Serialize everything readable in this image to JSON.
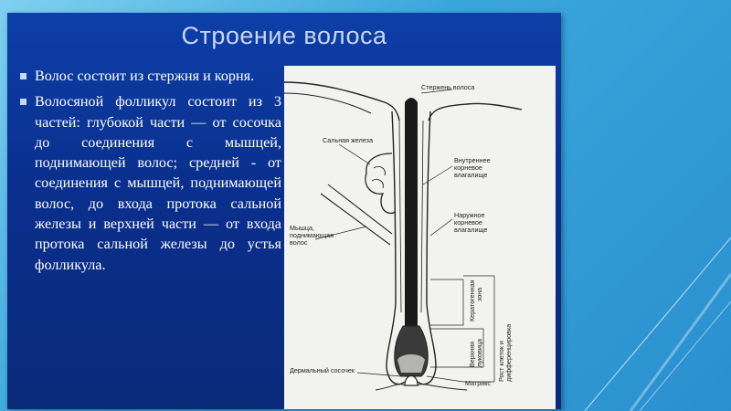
{
  "slide": {
    "title": "Строение волоса",
    "bullets": [
      "Волос состоит из стержня и корня.",
      "Волосяной фолликул состоит из 3 частей: глубокой части — от сосочка до соединения с мышцей, поднимающей волос; средней - от соединения с мышцей, поднимающей волос, до входа протока сальной железы и верхней части — от входа протока сальной железы до устья фолликула."
    ]
  },
  "figure": {
    "labels": {
      "hair_shaft": "Стержень волоса",
      "sebaceous_gland": "Сальная железа",
      "inner_sheath_1": "Внутреннее",
      "inner_sheath_2": "корневое",
      "inner_sheath_3": "влагалище",
      "outer_sheath_1": "Наружное",
      "outer_sheath_2": "корневое",
      "outer_sheath_3": "влагалище",
      "muscle_1": "Мышца,",
      "muscle_2": "поднимающая",
      "muscle_3": "волос",
      "dermal_papilla": "Дермальный сосочек",
      "matrix": "Матрикс",
      "keratogenous_1": "Кератогенная",
      "keratogenous_2": "зона",
      "bulb_1": "Верхняя",
      "bulb_2": "луковица",
      "growth_1": "Рост клеток и",
      "growth_2": "дифференцировка"
    }
  },
  "colors": {
    "slide_bg": "#0a2f8c",
    "title": "#c9d6ef",
    "text": "#ffffff",
    "figure_bg": "#f2f2ef"
  }
}
